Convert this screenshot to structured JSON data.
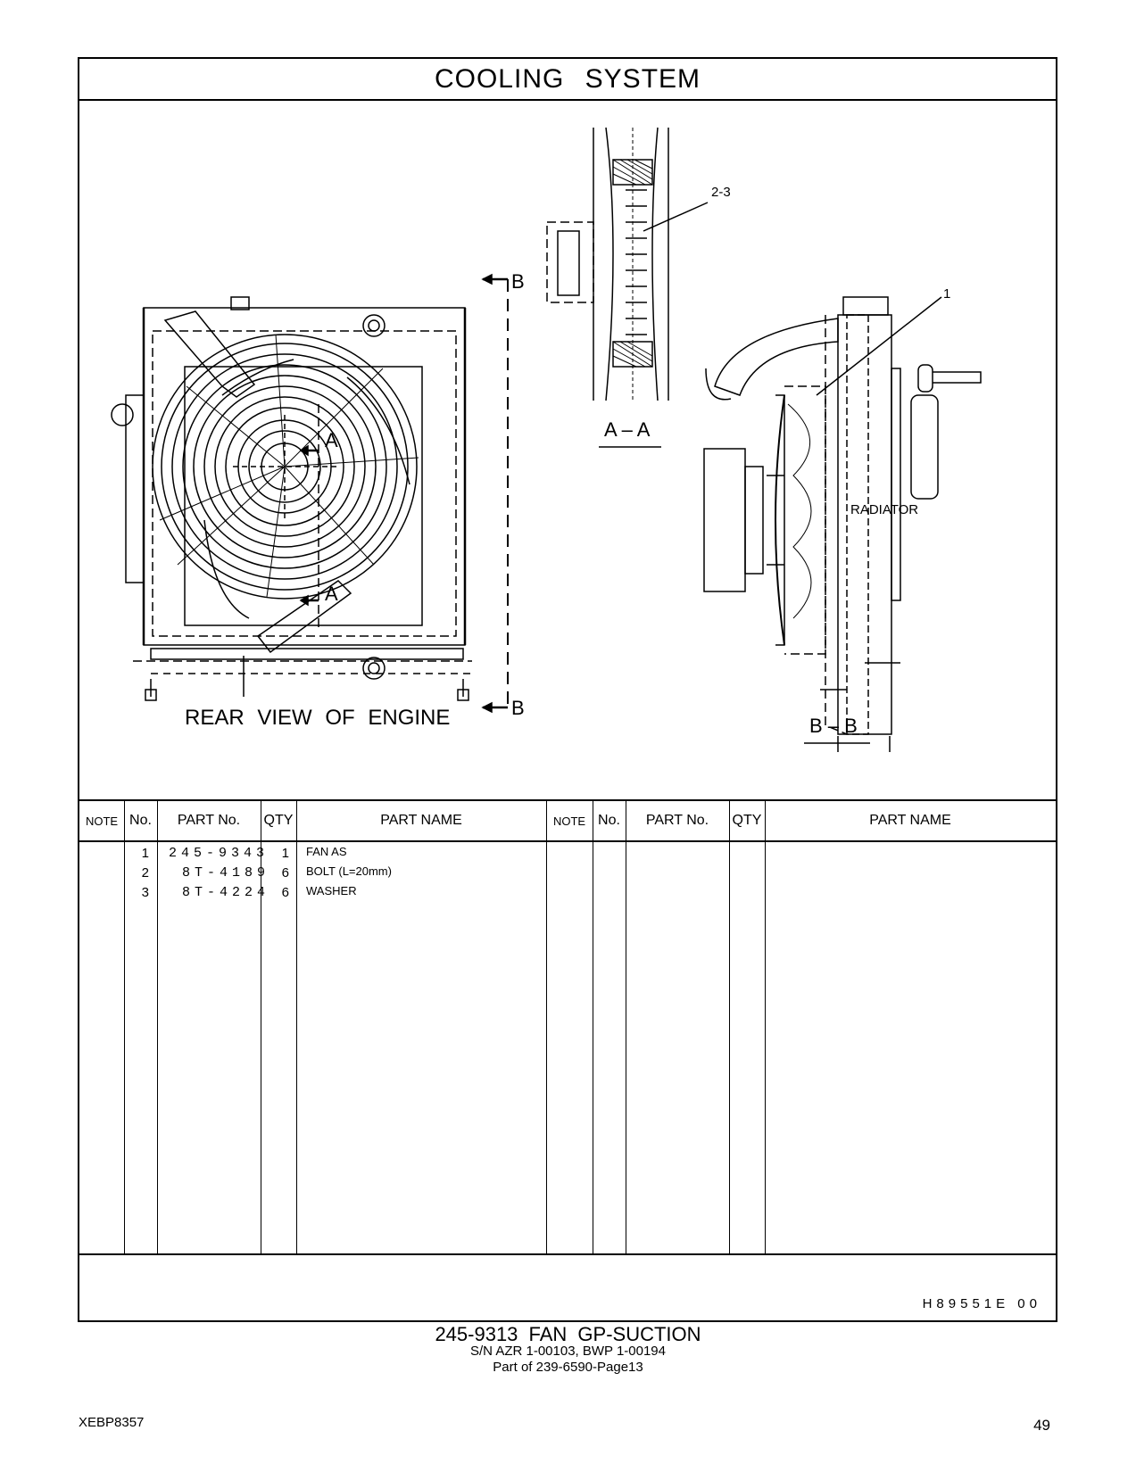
{
  "header": {
    "title": "COOLING SYSTEM"
  },
  "drawing": {
    "label_rear_view": "REAR VIEW OF ENGINE",
    "label_section_aa": "A – A",
    "label_section_bb": "B – B",
    "label_radiator": "RADIATOR",
    "callout_1": "1",
    "callout_2_3": "2-3",
    "marker_a": "A",
    "marker_b": "B"
  },
  "table": {
    "columns": [
      "NOTE",
      "No.",
      "PART No.",
      "QTY",
      "PART NAME"
    ],
    "rows": [
      {
        "note": "",
        "no": "1",
        "part_no": "245-9343",
        "qty": "1",
        "name": "FAN  AS"
      },
      {
        "note": "",
        "no": "2",
        "part_no": "8T-4189",
        "qty": "6",
        "name": "BOLT (L=20mm)"
      },
      {
        "note": "",
        "no": "3",
        "part_no": "8T-4224",
        "qty": "6",
        "name": "WASHER"
      }
    ]
  },
  "drawing_code": "H89551E   00",
  "caption": {
    "line1": "245-9313  FAN  GP-SUCTION",
    "line2": "S/N AZR 1-00103, BWP 1-00194",
    "line3": "Part of 239-6590-Page13"
  },
  "footer": {
    "doc_id": "XEBP8357",
    "page_number": "49"
  }
}
